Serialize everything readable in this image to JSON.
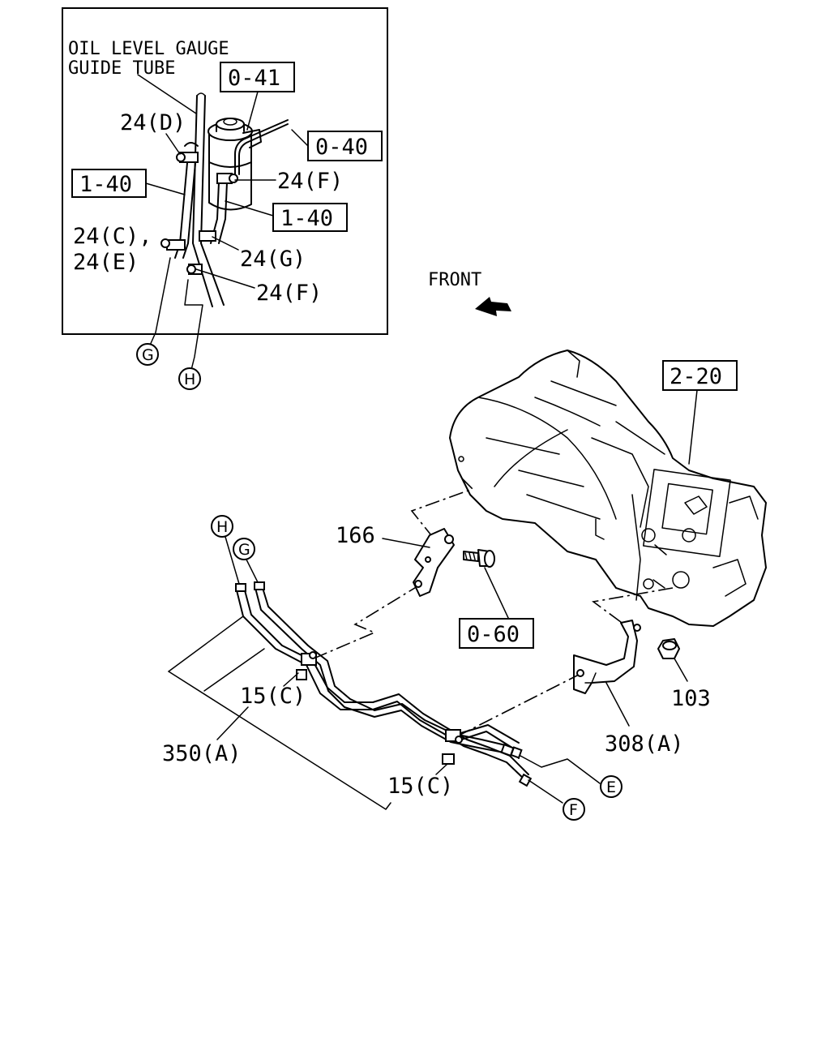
{
  "inset": {
    "title_line1": "OIL LEVEL GAUGE",
    "title_line2": "GUIDE TUBE",
    "ref_0_41": "0-41",
    "ref_0_40": "0-40",
    "ref_1_40_left": "1-40",
    "ref_1_40_right": "1-40",
    "part_24d": "24(D)",
    "part_24f_upper": "24(F)",
    "part_24ce_line1": "24(C),",
    "part_24ce_line2": "24(E)",
    "part_24g": "24(G)",
    "part_24f_lower": "24(F)"
  },
  "direction": {
    "front_label": "FRONT"
  },
  "main": {
    "ref_2_20": "2-20",
    "part_166": "166",
    "ref_0_60": "0-60",
    "part_103": "103",
    "part_308a": "308(A)",
    "part_15c_upper": "15(C)",
    "part_350a": "350(A)",
    "part_15c_lower": "15(C)"
  },
  "connectors": {
    "g_inset": "G",
    "h_inset": "H",
    "h_main": "H",
    "g_main": "G",
    "e_main": "E",
    "f_main": "F"
  }
}
